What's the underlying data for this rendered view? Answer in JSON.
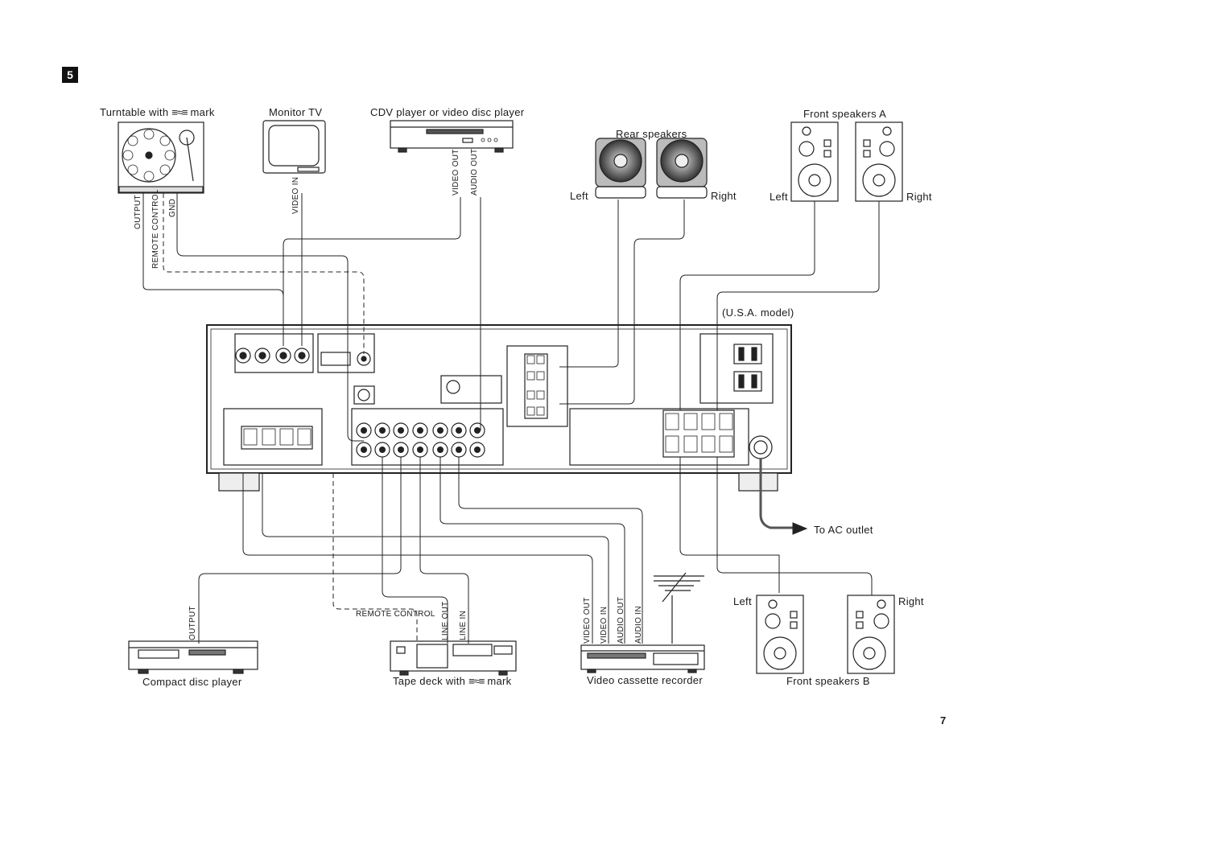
{
  "section_number": "5",
  "page_number": "7",
  "devices": {
    "turntable": "Turntable with",
    "turntable_mark": "mark",
    "monitor_tv": "Monitor TV",
    "cdv_player": "CDV player or video disc player",
    "rear_speakers": "Rear speakers",
    "front_speakers_a": "Front speakers A",
    "front_speakers_b": "Front speakers B",
    "compact_disc": "Compact disc player",
    "tape_deck": "Tape deck with",
    "tape_deck_mark": "mark",
    "vcr": "Video cassette recorder"
  },
  "labels": {
    "left": "Left",
    "right": "Right",
    "usa_model": "(U.S.A. model)",
    "to_ac_outlet": "To AC outlet",
    "remote_control": "REMOTE CONTROL"
  },
  "connector_labels": {
    "output": "OUTPUT",
    "remote_control": "REMOTE CONTROL",
    "gnd": "GND",
    "video_in": "VIDEO IN",
    "video_out": "VIDEO OUT",
    "audio_out": "AUDIO OUT",
    "audio_in": "AUDIO IN",
    "line_out": "LINE OUT",
    "line_in": "LINE IN"
  },
  "colors": {
    "ink": "#1a1a1a",
    "paper": "#ffffff",
    "panel": "#f4f4f4"
  }
}
